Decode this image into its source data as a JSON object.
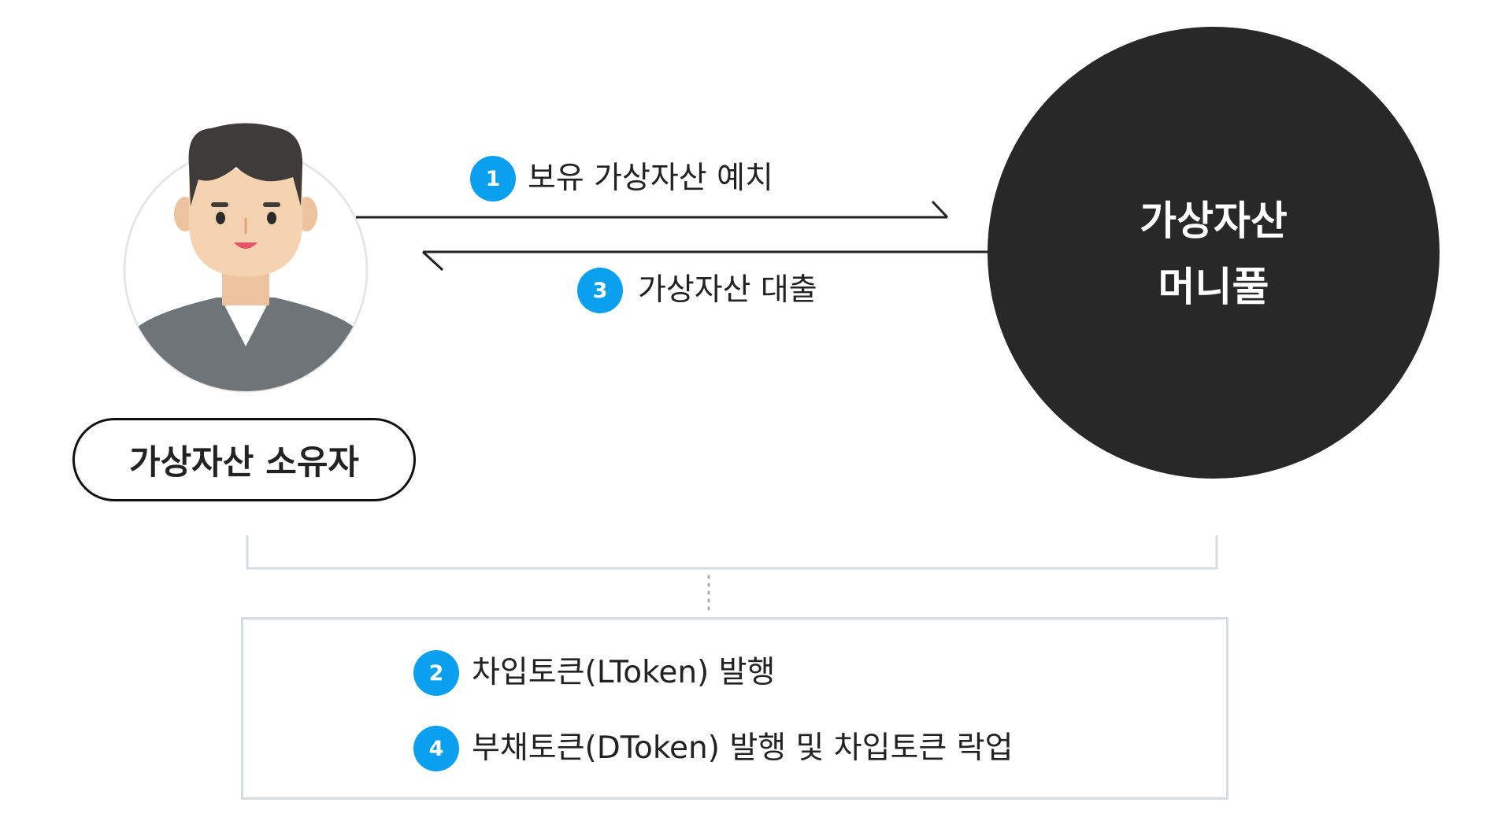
{
  "owner": {
    "label": "가상자산 소유자",
    "avatar": "user-avatar"
  },
  "pool": {
    "line1": "가상자산",
    "line2": "머니풀"
  },
  "flows": [
    {
      "number": "1",
      "text": "보유 가상자산 예치",
      "direction": "owner-to-pool"
    },
    {
      "number": "3",
      "text": "가상자산 대출",
      "direction": "pool-to-owner"
    }
  ],
  "notes": [
    {
      "number": "2",
      "text": "차입토큰(LToken) 발행"
    },
    {
      "number": "4",
      "text": "부채토큰(DToken) 발행 및 차입토큰 락업"
    }
  ],
  "colors": {
    "badge": "#0aa0ef",
    "pool_fill": "#282828",
    "bracket": "#d6dce3",
    "avatar_skin": "#f6d3b0",
    "avatar_hair": "#3f3b3a",
    "avatar_shirt": "#6f7478"
  }
}
